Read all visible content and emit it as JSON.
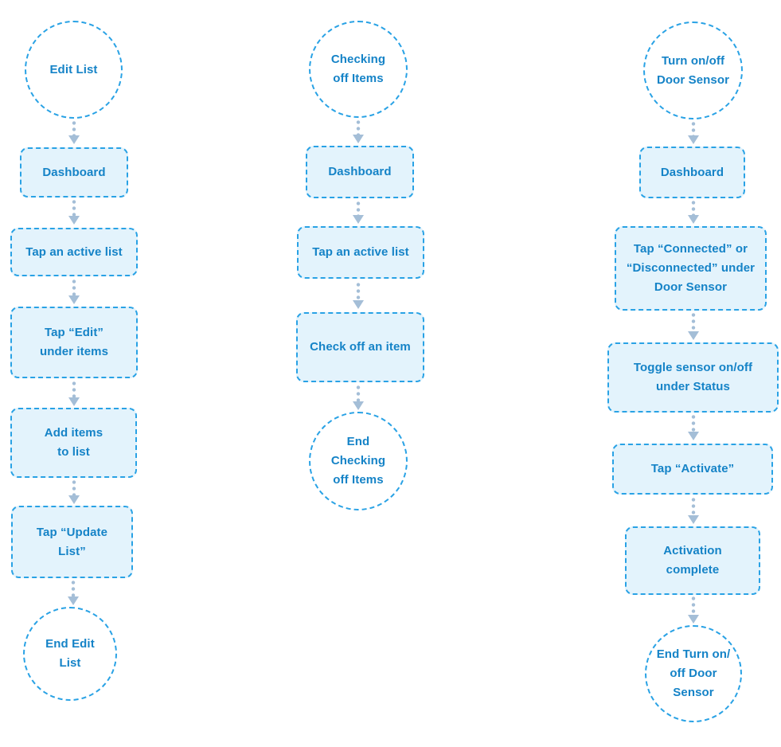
{
  "colors": {
    "border": "#29a2e5",
    "fill": "#e3f3fc",
    "text": "#1583c7",
    "arrow": "#a4bed7",
    "bg": "#ffffff"
  },
  "flows": [
    {
      "id": "edit-list",
      "nodes": [
        {
          "kind": "start",
          "label": "Edit List"
        },
        {
          "kind": "step",
          "label": "Dashboard"
        },
        {
          "kind": "step",
          "label": "Tap an active list"
        },
        {
          "kind": "step",
          "label": "Tap “Edit”\nunder items"
        },
        {
          "kind": "step",
          "label": "Add items\nto list"
        },
        {
          "kind": "step",
          "label": "Tap “Update\nList”"
        },
        {
          "kind": "end",
          "label": "End Edit\nList"
        }
      ]
    },
    {
      "id": "checking-off-items",
      "nodes": [
        {
          "kind": "start",
          "label": "Checking\noff Items"
        },
        {
          "kind": "step",
          "label": "Dashboard"
        },
        {
          "kind": "step",
          "label": "Tap an active list"
        },
        {
          "kind": "step",
          "label": "Check off an item"
        },
        {
          "kind": "end",
          "label": "End\nChecking\noff Items"
        }
      ]
    },
    {
      "id": "turn-on-off-door-sensor",
      "nodes": [
        {
          "kind": "start",
          "label": "Turn on/off\nDoor Sensor"
        },
        {
          "kind": "step",
          "label": "Dashboard"
        },
        {
          "kind": "step",
          "label": "Tap “Connected” or\n“Disconnected” under\nDoor Sensor"
        },
        {
          "kind": "step",
          "label": "Toggle sensor on/off\nunder Status"
        },
        {
          "kind": "step",
          "label": "Tap “Activate”"
        },
        {
          "kind": "step",
          "label": "Activation\ncomplete"
        },
        {
          "kind": "end",
          "label": "End Turn on/\noff Door\nSensor"
        }
      ]
    }
  ]
}
